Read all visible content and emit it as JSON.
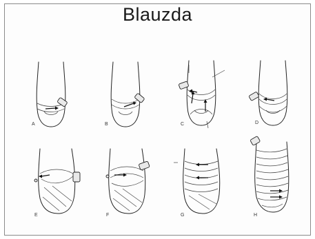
{
  "title": "Blauzda",
  "panels": [
    {
      "id": "A",
      "label": "A"
    },
    {
      "id": "B",
      "label": "B"
    },
    {
      "id": "C",
      "label": "C"
    },
    {
      "id": "D",
      "label": "D"
    },
    {
      "id": "E",
      "label": "E"
    },
    {
      "id": "F",
      "label": "F"
    },
    {
      "id": "G",
      "label": "G"
    },
    {
      "id": "H",
      "label": "H"
    }
  ]
}
